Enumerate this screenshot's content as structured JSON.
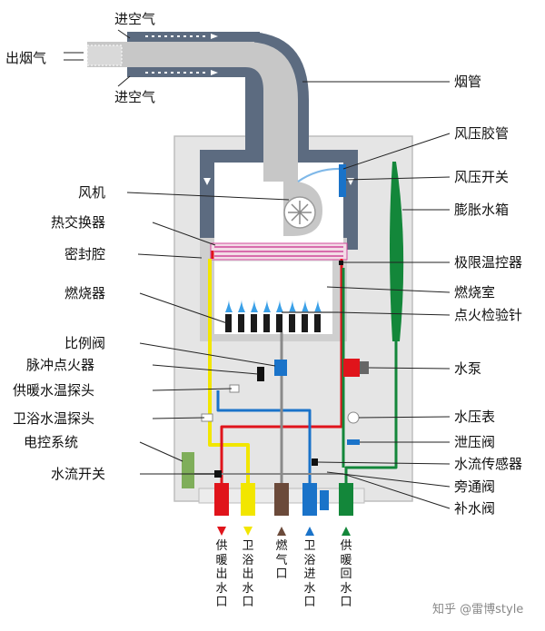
{
  "top_labels": {
    "air_in_top": "进空气",
    "exhaust_out": "出烟气",
    "air_in_bottom": "进空气"
  },
  "left_labels": [
    {
      "key": "fan",
      "text": "风机"
    },
    {
      "key": "heat_exchanger",
      "text": "热交换器"
    },
    {
      "key": "sealed_chamber",
      "text": "密封腔"
    },
    {
      "key": "burner",
      "text": "燃烧器"
    },
    {
      "key": "proportional_valve",
      "text": "比例阀"
    },
    {
      "key": "pulse_igniter",
      "text": "脉冲点火器"
    },
    {
      "key": "heating_temp_probe",
      "text": "供暖水温探头"
    },
    {
      "key": "bath_temp_probe",
      "text": "卫浴水温探头"
    },
    {
      "key": "control_system",
      "text": "电控系统"
    },
    {
      "key": "flow_switch",
      "text": "水流开关"
    }
  ],
  "right_labels": [
    {
      "key": "flue",
      "text": "烟管"
    },
    {
      "key": "pressure_hose",
      "text": "风压胶管"
    },
    {
      "key": "pressure_switch",
      "text": "风压开关"
    },
    {
      "key": "expansion_tank",
      "text": "膨胀水箱"
    },
    {
      "key": "limit_thermostat",
      "text": "极限温控器"
    },
    {
      "key": "combustion_chamber",
      "text": "燃烧室"
    },
    {
      "key": "ignition_probe",
      "text": "点火检验针"
    },
    {
      "key": "pump",
      "text": "水泵"
    },
    {
      "key": "pressure_gauge",
      "text": "水压表"
    },
    {
      "key": "relief_valve",
      "text": "泄压阀"
    },
    {
      "key": "flow_sensor",
      "text": "水流传感器"
    },
    {
      "key": "bypass_valve",
      "text": "旁通阀"
    },
    {
      "key": "fill_valve",
      "text": "补水阀"
    }
  ],
  "outlets": [
    {
      "key": "heating_out",
      "text": "供暖出水口",
      "color": "#e0141b"
    },
    {
      "key": "bath_out",
      "text": "卫浴出水口",
      "color": "#f2e600"
    },
    {
      "key": "gas",
      "text": "燃气口",
      "color": "#6b4a3a"
    },
    {
      "key": "bath_in",
      "text": "卫浴进水口",
      "color": "#1a73c9"
    },
    {
      "key": "heating_return",
      "text": "供暖回水口",
      "color": "#13873a"
    }
  ],
  "watermark": "知乎 @雷博style",
  "colors": {
    "red": "#e0141b",
    "yellow": "#f2e600",
    "blue": "#1a73c9",
    "green": "#13873a",
    "brown": "#6b4a3a",
    "duct_dark": "#5c6b80",
    "duct_light": "#c7c7c7",
    "casing": "#e5e5e5"
  }
}
